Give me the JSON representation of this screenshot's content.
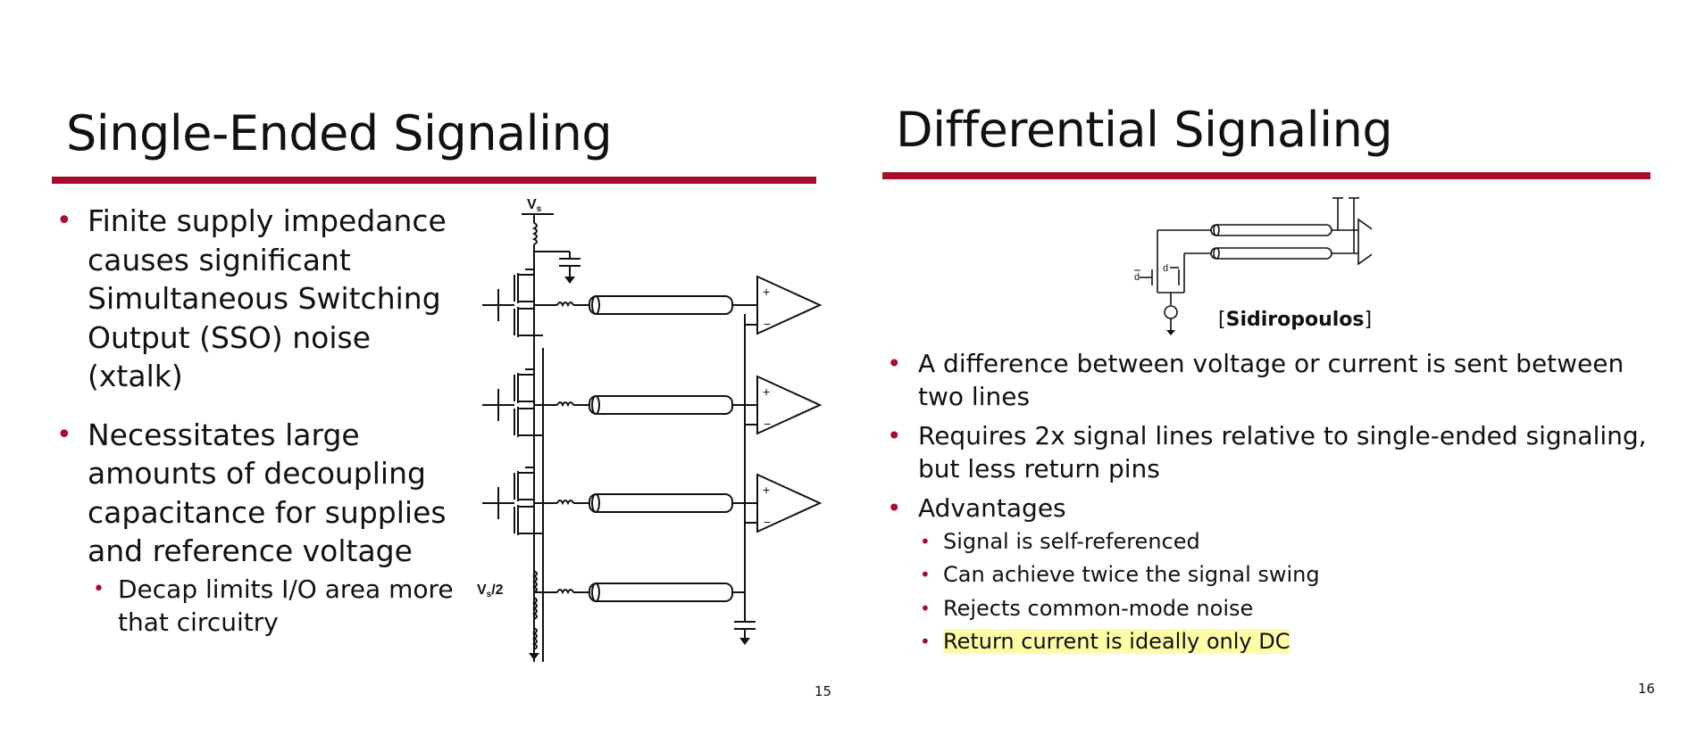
{
  "left_slide": {
    "title": "Single-Ended Signaling",
    "bullets": [
      "Finite supply impedance causes significant Simultaneous Switching Output (SSO) noise (xtalk)",
      "Necessitates large amounts of decoupling capacitance for supplies and reference voltage"
    ],
    "sub_bullets": [
      "Decap limits I/O area more that circuitry"
    ],
    "circuit_labels": {
      "supply": "V",
      "supply_sub": "s",
      "ref": "V",
      "ref_sub": "s",
      "ref_suffix": "/2"
    },
    "page_number": "15"
  },
  "right_slide": {
    "title": "Differential Signaling",
    "citation": {
      "open": "[",
      "name": "Sidiropoulos",
      "close": "]"
    },
    "circuit_labels": {
      "d_bar": "d",
      "d": "d"
    },
    "bullets": [
      "A difference between voltage or current is sent between two lines",
      "Requires 2x signal lines relative to single-ended signaling, but less return pins",
      "Advantages"
    ],
    "sub_bullets": [
      "Signal is self-referenced",
      "Can achieve twice the signal swing",
      "Rejects common-mode noise",
      "Return current is ideally only DC"
    ],
    "highlight_color": "#fdfda8",
    "page_number": "16"
  },
  "colors": {
    "accent": "#a50f2d",
    "text": "#111111",
    "background": "#ffffff"
  }
}
